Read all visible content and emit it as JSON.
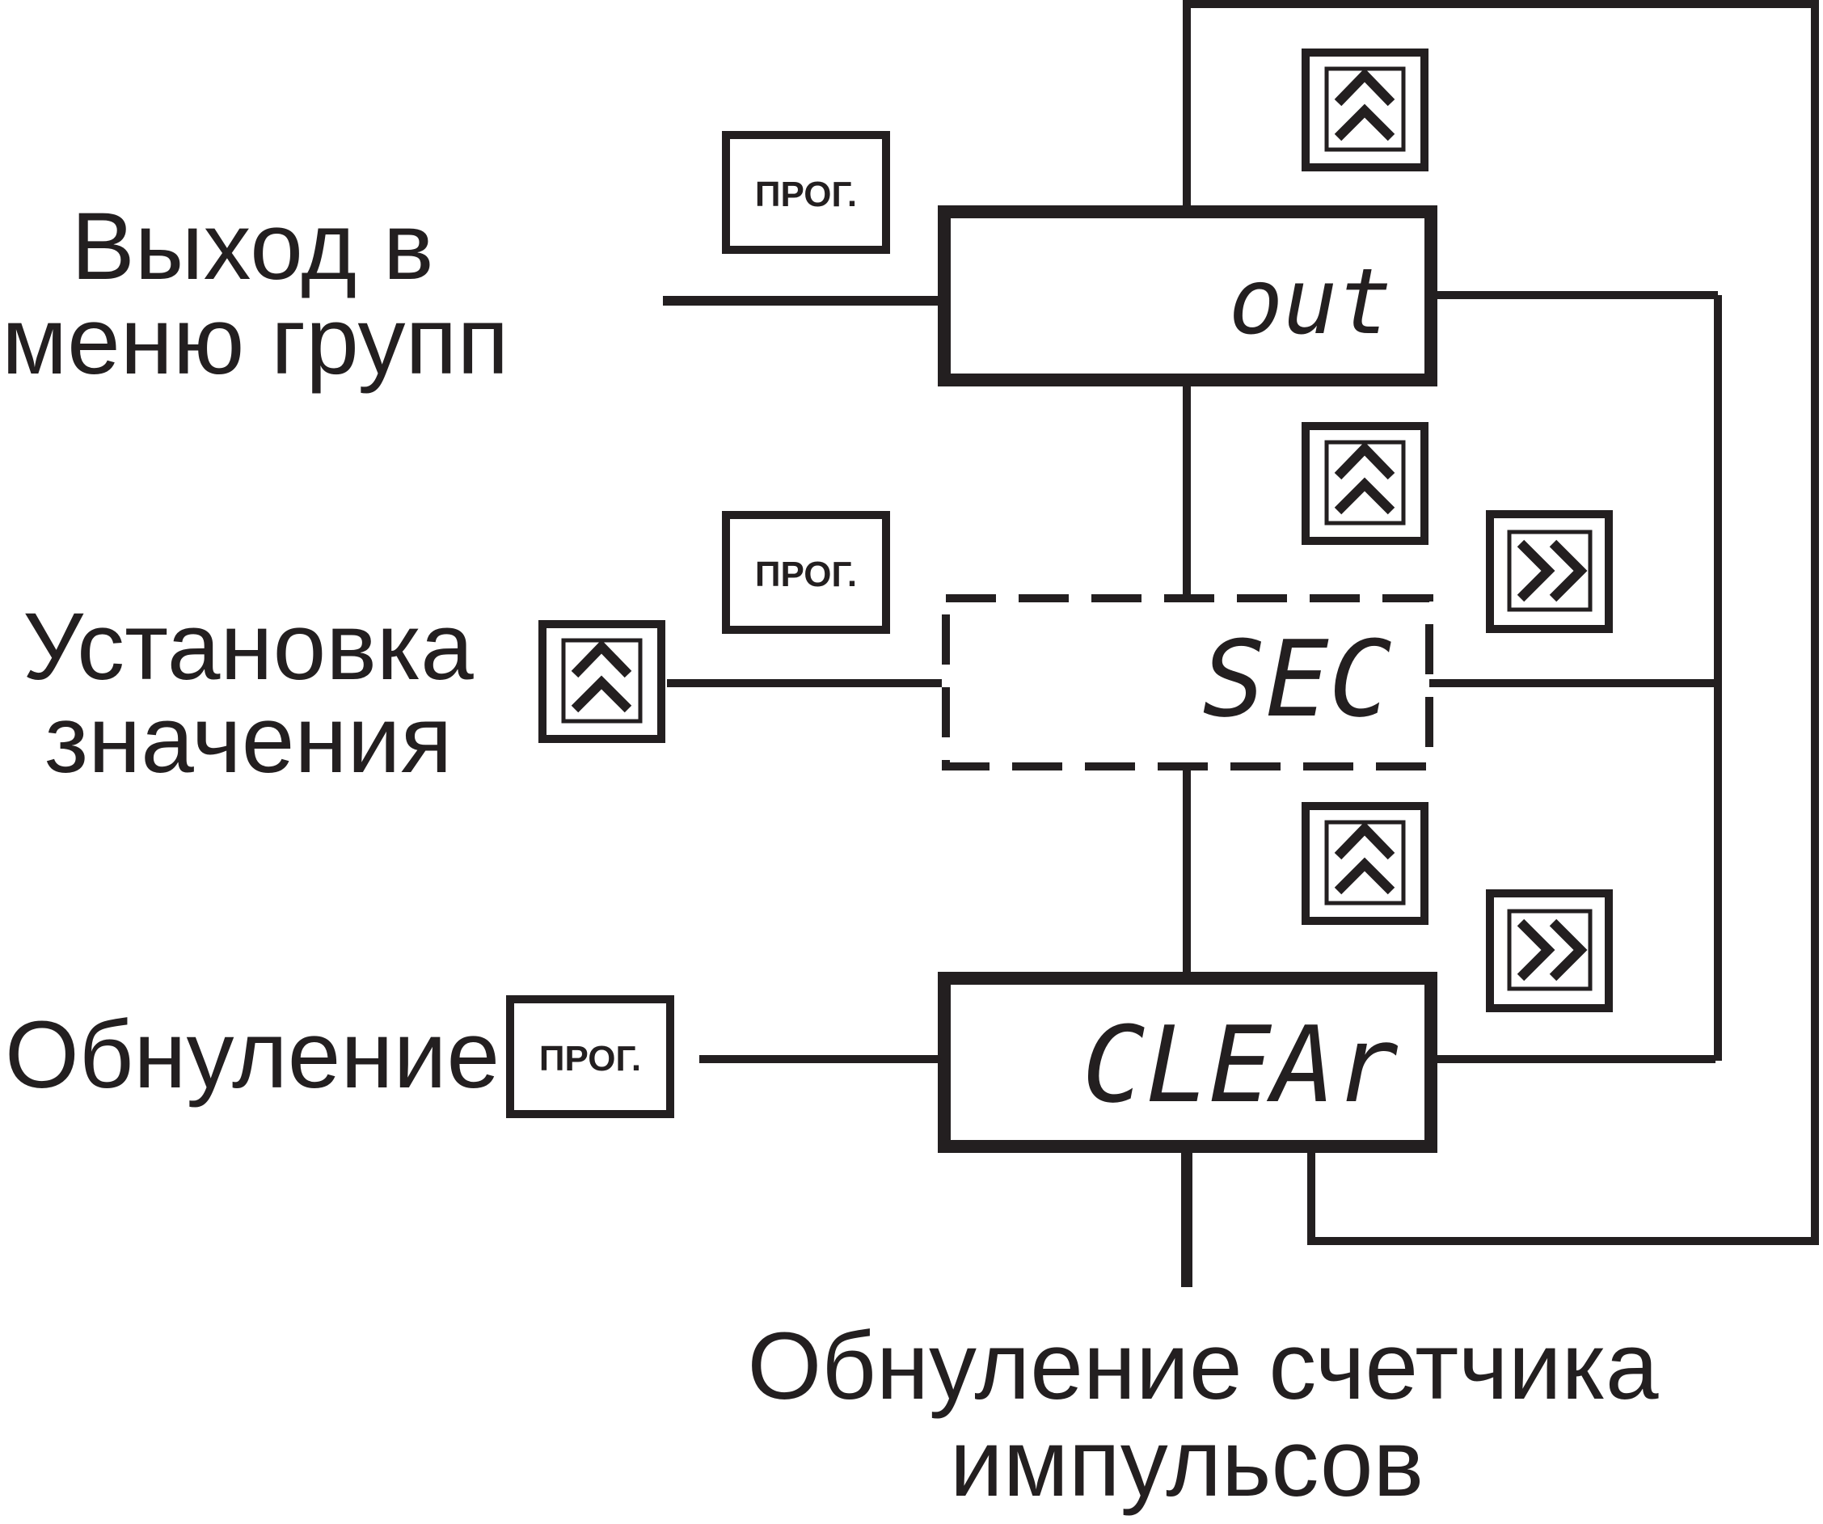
{
  "labels": {
    "exit_line1": "Выход в",
    "exit_line2": "меню групп",
    "set_line1": "Установка",
    "set_line2": "значения",
    "zero": "Обнуление",
    "counter_line1": "Обнуление счетчика",
    "counter_line2": "импульсов"
  },
  "displays": {
    "out": "out",
    "sec": "SEC",
    "clear": "CLEAr"
  },
  "buttons": {
    "prog_label": "ПРОГ."
  },
  "icons": {
    "up": "double-chevron-up-icon",
    "right": "double-chevron-right-icon"
  },
  "colors": {
    "ink": "#231f20",
    "background": "#ffffff"
  }
}
